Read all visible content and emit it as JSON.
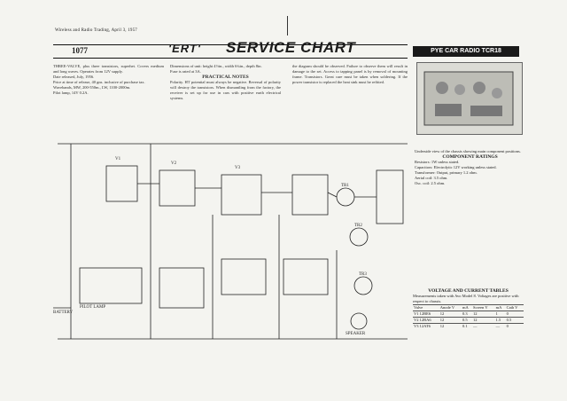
{
  "header": {
    "running_head": "Wireless and Radio Trading, April 3, 1957",
    "page_number": "1077",
    "ert_mark": "'ERT'",
    "chart_title": "SERVICE CHART",
    "model": "PYE CAR RADIO TCR18"
  },
  "intro": {
    "lead": "THREE-VALVE, plus three transistors, superhet. Covers medium and long waves. Operates from 12V supply.",
    "date_released": "Date released, July, 1956.",
    "price": "Price at time of release, 40 gns. inclusive of purchase tax.",
    "wavebands": "Wavebands, MW, 200-550m., LW, 1100-2000m.",
    "pilot_lamp": "Pilot lamp, 14V 0.2A."
  },
  "col2": {
    "dimensions": "Dimensions of unit: height 4½in., width 6¾in., depth 8in.",
    "fuse": "Fuse is rated at 3A.",
    "notes_heading": "PRACTICAL NOTES",
    "notes": "Polarity. HT potential must always be negative. Reversal of polarity will destroy the transistors. When dismantling from the factory, the receiver is set up for use in cars with positive earth electrical systems."
  },
  "col3": {
    "text": "the diagram should be observed. Failure to observe them will result in damage to the set. Access to tapping panel is by removal of mounting frame. Transistors. Great care must be taken when soldering. If the power transistor is replaced the heat sink must be refitted."
  },
  "right_col": {
    "caption": "Underside view of the chassis showing main component positions.",
    "ratings_heading": "COMPONENT RATINGS",
    "ratings": [
      "Resistors: 1W unless stated.",
      "Capacitors: Electrolytic 12V working unless stated.",
      "Transformer: Output, primary 1.2 ohm.",
      "Aerial coil: 3.5 ohm.",
      "Osc. coil: 2.5 ohm."
    ]
  },
  "schematic": {
    "labels": {
      "v1": "V1",
      "v2": "V2",
      "v3": "V3",
      "tr1": "TR1",
      "tr2": "TR2",
      "tr3": "TR3",
      "battery": "BATTERY",
      "speaker": "SPEAKER",
      "pilot": "PILOT LAMP"
    }
  },
  "voltage_table": {
    "heading": "VOLTAGE AND CURRENT TABLES",
    "subheading": "Measurements taken with Avo Model 8. Voltages are positive with respect to chassis.",
    "columns": [
      "Valve",
      "Anode V",
      "mA",
      "Screen V",
      "mA",
      "Cath V"
    ],
    "rows": [
      [
        "V1 12BE6",
        "12",
        "0.3",
        "12",
        "1",
        "0"
      ],
      [
        "V2 12BA6",
        "12",
        "0.5",
        "12",
        "1.5",
        "0.5"
      ],
      [
        "V3 12AT6",
        "12",
        "0.1",
        "—",
        "—",
        "0"
      ]
    ]
  }
}
